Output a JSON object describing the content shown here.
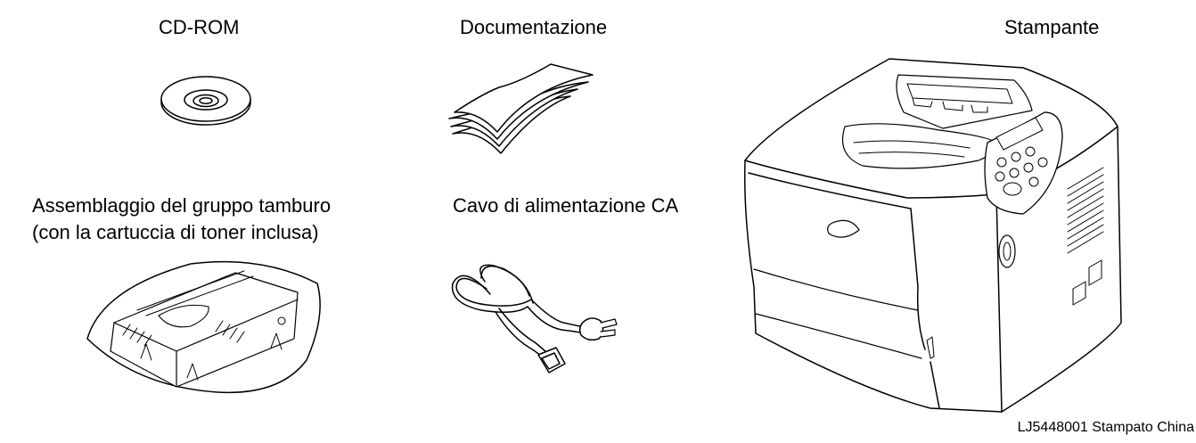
{
  "items": {
    "cdrom": {
      "label": "CD-ROM",
      "icon": "cd-rom-illustration"
    },
    "documentation": {
      "label": "Documentazione",
      "icon": "booklet-illustration"
    },
    "printer": {
      "label": "Stampante",
      "icon": "laser-printer-illustration"
    },
    "drum": {
      "label_line1": "Assemblaggio del gruppo tamburo",
      "label_line2": "(con la cartuccia di toner inclusa)",
      "icon": "drum-unit-illustration"
    },
    "power_cord": {
      "label": "Cavo di alimentazione CA",
      "icon": "power-cord-illustration"
    }
  },
  "footer": {
    "text": "LJ5448001 Stampato China"
  }
}
